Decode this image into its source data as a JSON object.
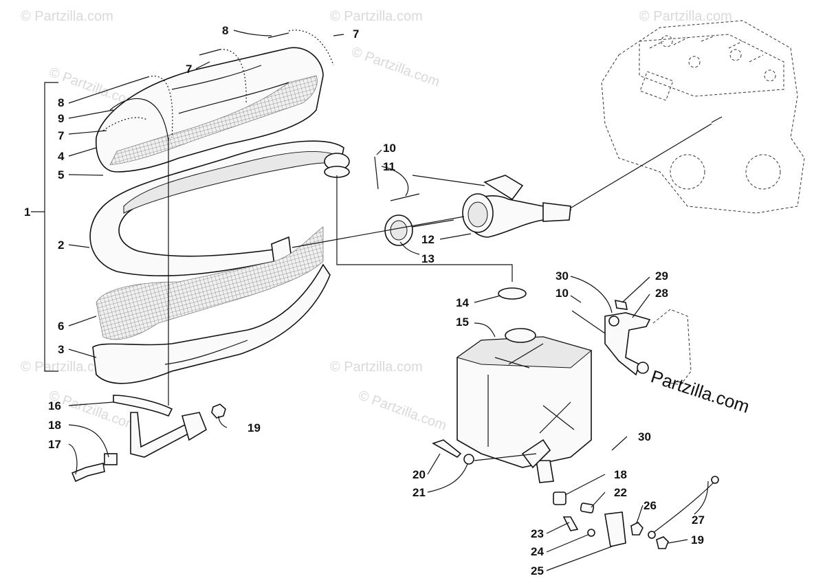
{
  "watermark": "© Partzilla.com",
  "brand": "Partzilla.com",
  "callouts": {
    "c1": "1",
    "c2": "2",
    "c3": "3",
    "c4": "4",
    "c5": "5",
    "c6": "6",
    "c7": "7",
    "c8": "8",
    "c9": "9",
    "c10": "10",
    "c11": "11",
    "c12": "12",
    "c13": "13",
    "c14": "14",
    "c15": "15",
    "c16": "16",
    "c17": "17",
    "c18": "18",
    "c19": "19",
    "c20": "20",
    "c21": "21",
    "c22": "22",
    "c23": "23",
    "c24": "24",
    "c25": "25",
    "c26": "26",
    "c27": "27",
    "c28": "28",
    "c29": "29",
    "c30": "30"
  }
}
